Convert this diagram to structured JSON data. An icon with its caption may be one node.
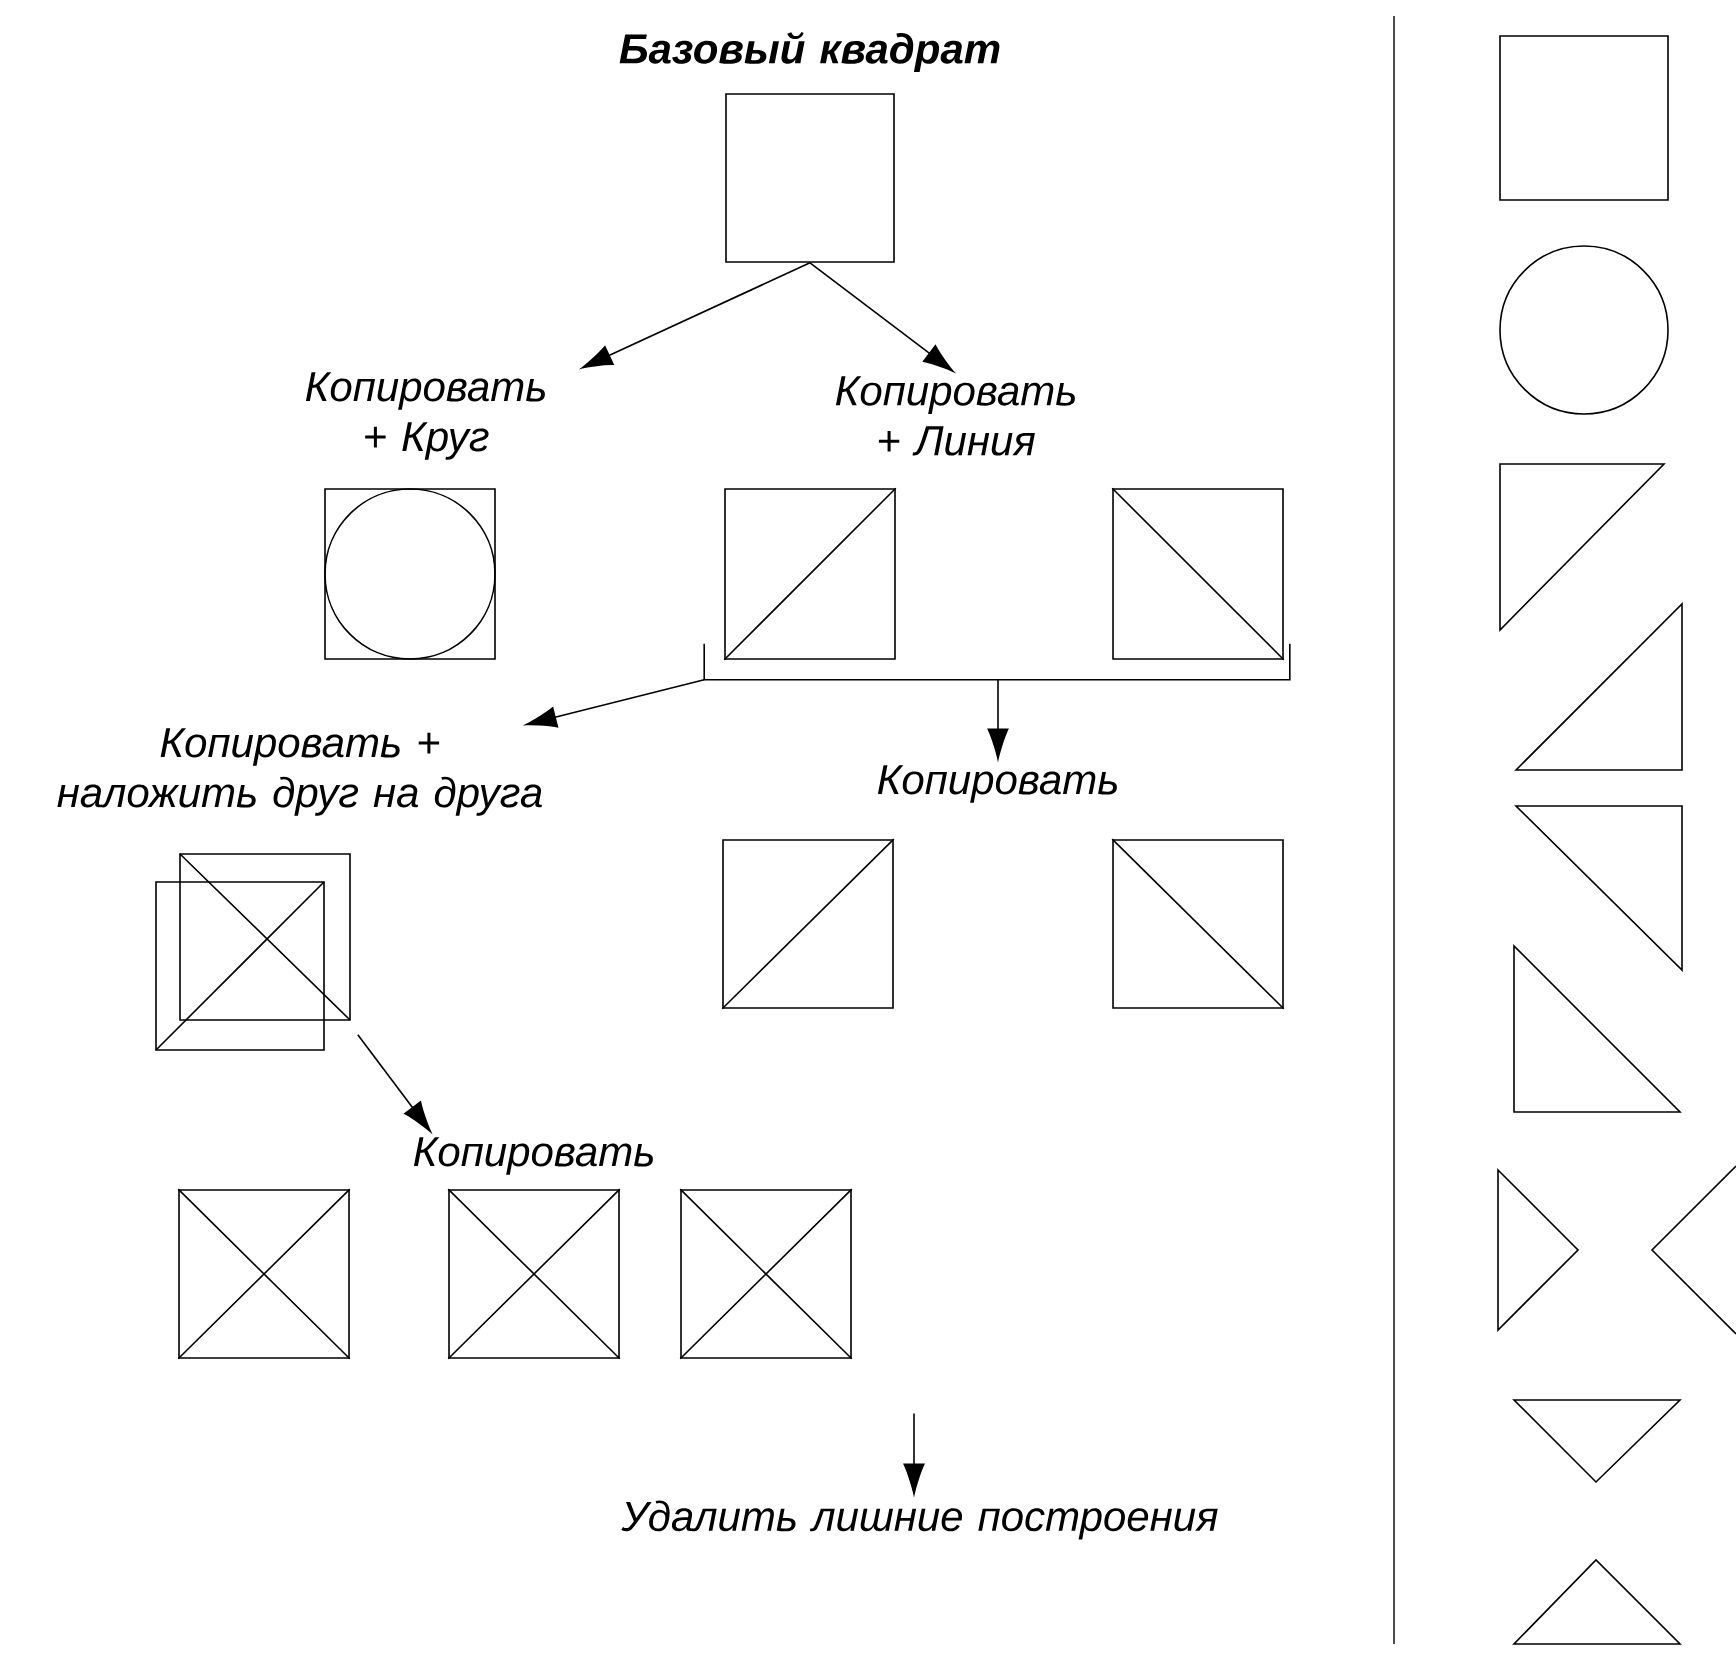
{
  "diagram": {
    "nodes": [
      {
        "text": [
          "Базовый квадрат"
        ]
      },
      {
        "text": [
          "Копировать + Круг"
        ]
      },
      {
        "text": [
          "Копировать + Линия"
        ]
      },
      {
        "text": [],
        "shape": "box"
      },
      {
        "text": [],
        "shape": "box"
      },
      {
        "text": [],
        "shape": "box"
      },
      {
        "text": [
          "Копировать + наложить друг на друга"
        ]
      },
      {
        "text": [
          "Копировать"
        ]
      },
      {
        "text": [],
        "shape": "box"
      },
      {
        "text": [],
        "shape": "box"
      },
      {
        "text": [],
        "shape": "box"
      },
      {
        "text": [
          "Копировать"
        ]
      },
      {
        "text": [],
        "shape": "box"
      },
      {
        "text": [],
        "shape": "box"
      },
      {
        "text": [],
        "shape": "box"
      },
      {
        "text": [
          "Удалить лишние построения"
        ]
      },
      {
        "text": [],
        "shape": "box"
      },
      {
        "text": [],
        "shape": "circle"
      },
      {
        "text": [],
        "shape": "triangle"
      },
      {
        "text": [],
        "shape": "triangle"
      },
      {
        "text": [],
        "shape": "triangle"
      },
      {
        "text": [],
        "shape": "triangle"
      },
      {
        "text": [],
        "shape": "triangle"
      },
      {
        "text": [],
        "shape": "triangle"
      },
      {
        "text": [],
        "shape": "triangle"
      },
      {
        "text": [],
        "shape": "triangle"
      }
    ],
    "edges": [
      {
        "from": 0,
        "to": 1,
        "arrow": "to"
      },
      {
        "from": 0,
        "to": 2,
        "arrow": "to"
      },
      {
        "from": 4,
        "to": 6,
        "arrow": "to"
      },
      {
        "from": 5,
        "to": 6,
        "arrow": "to"
      },
      {
        "from": 4,
        "to": 7,
        "arrow": "to"
      },
      {
        "from": 5,
        "to": 7,
        "arrow": "to"
      },
      {
        "from": 8,
        "to": 11,
        "arrow": "to"
      },
      {
        "from": null,
        "to": 15,
        "arrow": "to"
      }
    ]
  }
}
